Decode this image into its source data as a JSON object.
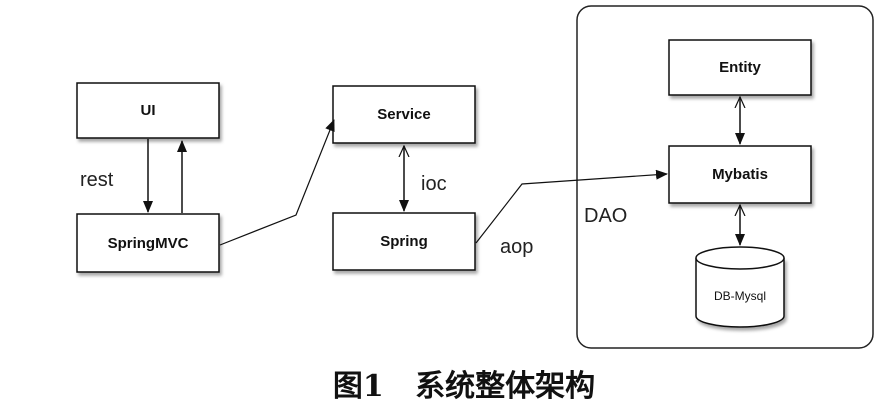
{
  "nodes": {
    "ui": "UI",
    "springmvc": "SpringMVC",
    "service": "Service",
    "spring": "Spring",
    "entity": "Entity",
    "mybatis": "Mybatis",
    "db": "DB-Mysql"
  },
  "edge_labels": {
    "rest": "rest",
    "ioc": "ioc",
    "aop": "aop",
    "dao": "DAO"
  },
  "caption": "图1   系统整体架构"
}
